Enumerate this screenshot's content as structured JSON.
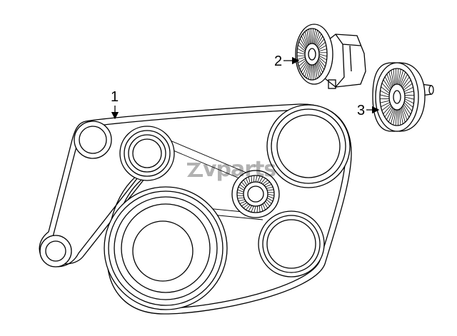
{
  "callouts": {
    "belt": "1",
    "tensioner": "2",
    "idler": "3"
  },
  "watermark": {
    "text": "vparts"
  },
  "colors": {
    "line": "#000000",
    "background": "#ffffff"
  }
}
